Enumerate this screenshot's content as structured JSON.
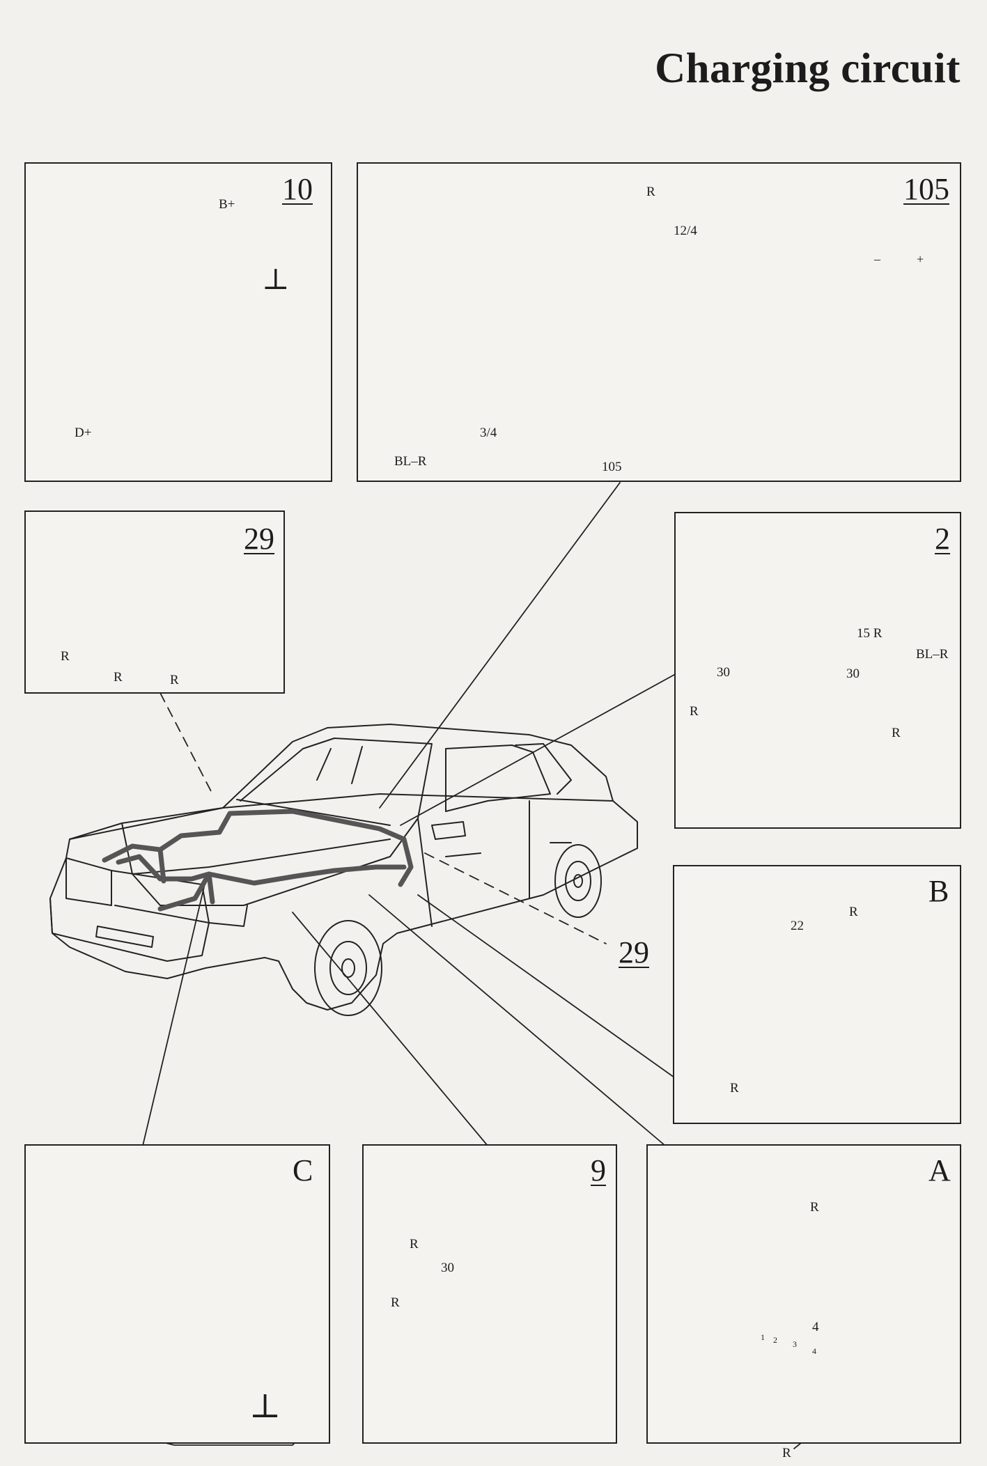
{
  "title": "Charging circuit",
  "panels": {
    "p10": {
      "number": "10",
      "labels": {
        "bplus": "B+",
        "dplus": "D+"
      },
      "ground_symbol": "⊥"
    },
    "p105": {
      "number": "105",
      "labels": {
        "r": "R",
        "pin_12_4": "12/4",
        "pin_3_4": "3/4",
        "bl_r": "BL–R",
        "pin_105": "105"
      },
      "battery_minus": "–",
      "battery_plus": "+"
    },
    "p29": {
      "number": "29",
      "labels": {
        "r1": "R",
        "r2": "R",
        "r3": "R"
      }
    },
    "p2": {
      "number": "2",
      "labels": {
        "r15": "15 R",
        "bl_r": "BL–R",
        "t30a": "30",
        "t30b": "30",
        "ra": "R",
        "rb": "R"
      }
    },
    "pB": {
      "number": "B",
      "labels": {
        "r": "R",
        "pin22": "22",
        "r2": "R"
      }
    },
    "pC": {
      "number": "C",
      "ground_symbol": "⊥"
    },
    "p9": {
      "number": "9",
      "labels": {
        "r1": "R",
        "t30": "30",
        "r2": "R"
      }
    },
    "pA": {
      "number": "A",
      "labels": {
        "r1": "R",
        "pin4": "4",
        "r2": "R",
        "pins": [
          "1",
          "2",
          "3",
          "4"
        ]
      }
    }
  },
  "car_callout": "29",
  "colors": {
    "line": "#222222",
    "harness": "#555555",
    "background": "#f2f1ee"
  }
}
